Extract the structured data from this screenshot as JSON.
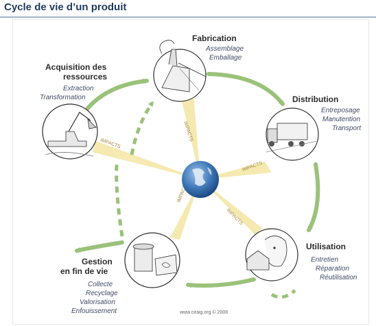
{
  "title": "Cycle de vie d’un produit",
  "impact_label": "IMPACTS",
  "credit": "www.ciraig.org © 2008",
  "stages": {
    "fabrication": {
      "title": "Fabrication",
      "items": [
        "Assemblage",
        "Emballage"
      ]
    },
    "distribution": {
      "title": "Distribution",
      "items": [
        "Entreposage",
        "Manutention",
        "Transport"
      ]
    },
    "utilisation": {
      "title": "Utilisation",
      "items": [
        "Entretien",
        "Réparation",
        "Réutilisation"
      ]
    },
    "gestion": {
      "title_lines": [
        "Gestion",
        "en fin de vie"
      ],
      "items": [
        "Collecte",
        "Recyclage",
        "Valorisation",
        "Enfouissement"
      ]
    },
    "acquisition": {
      "title_lines": [
        "Acquisition des",
        "ressources"
      ],
      "items": [
        "Extraction",
        "Transformation"
      ]
    }
  },
  "colors": {
    "arrow_green": "#9ac27a",
    "impact_yellow": "#f5e7a8",
    "globe_blue": "#3f78b8",
    "title_blue": "#1f3a5f"
  }
}
